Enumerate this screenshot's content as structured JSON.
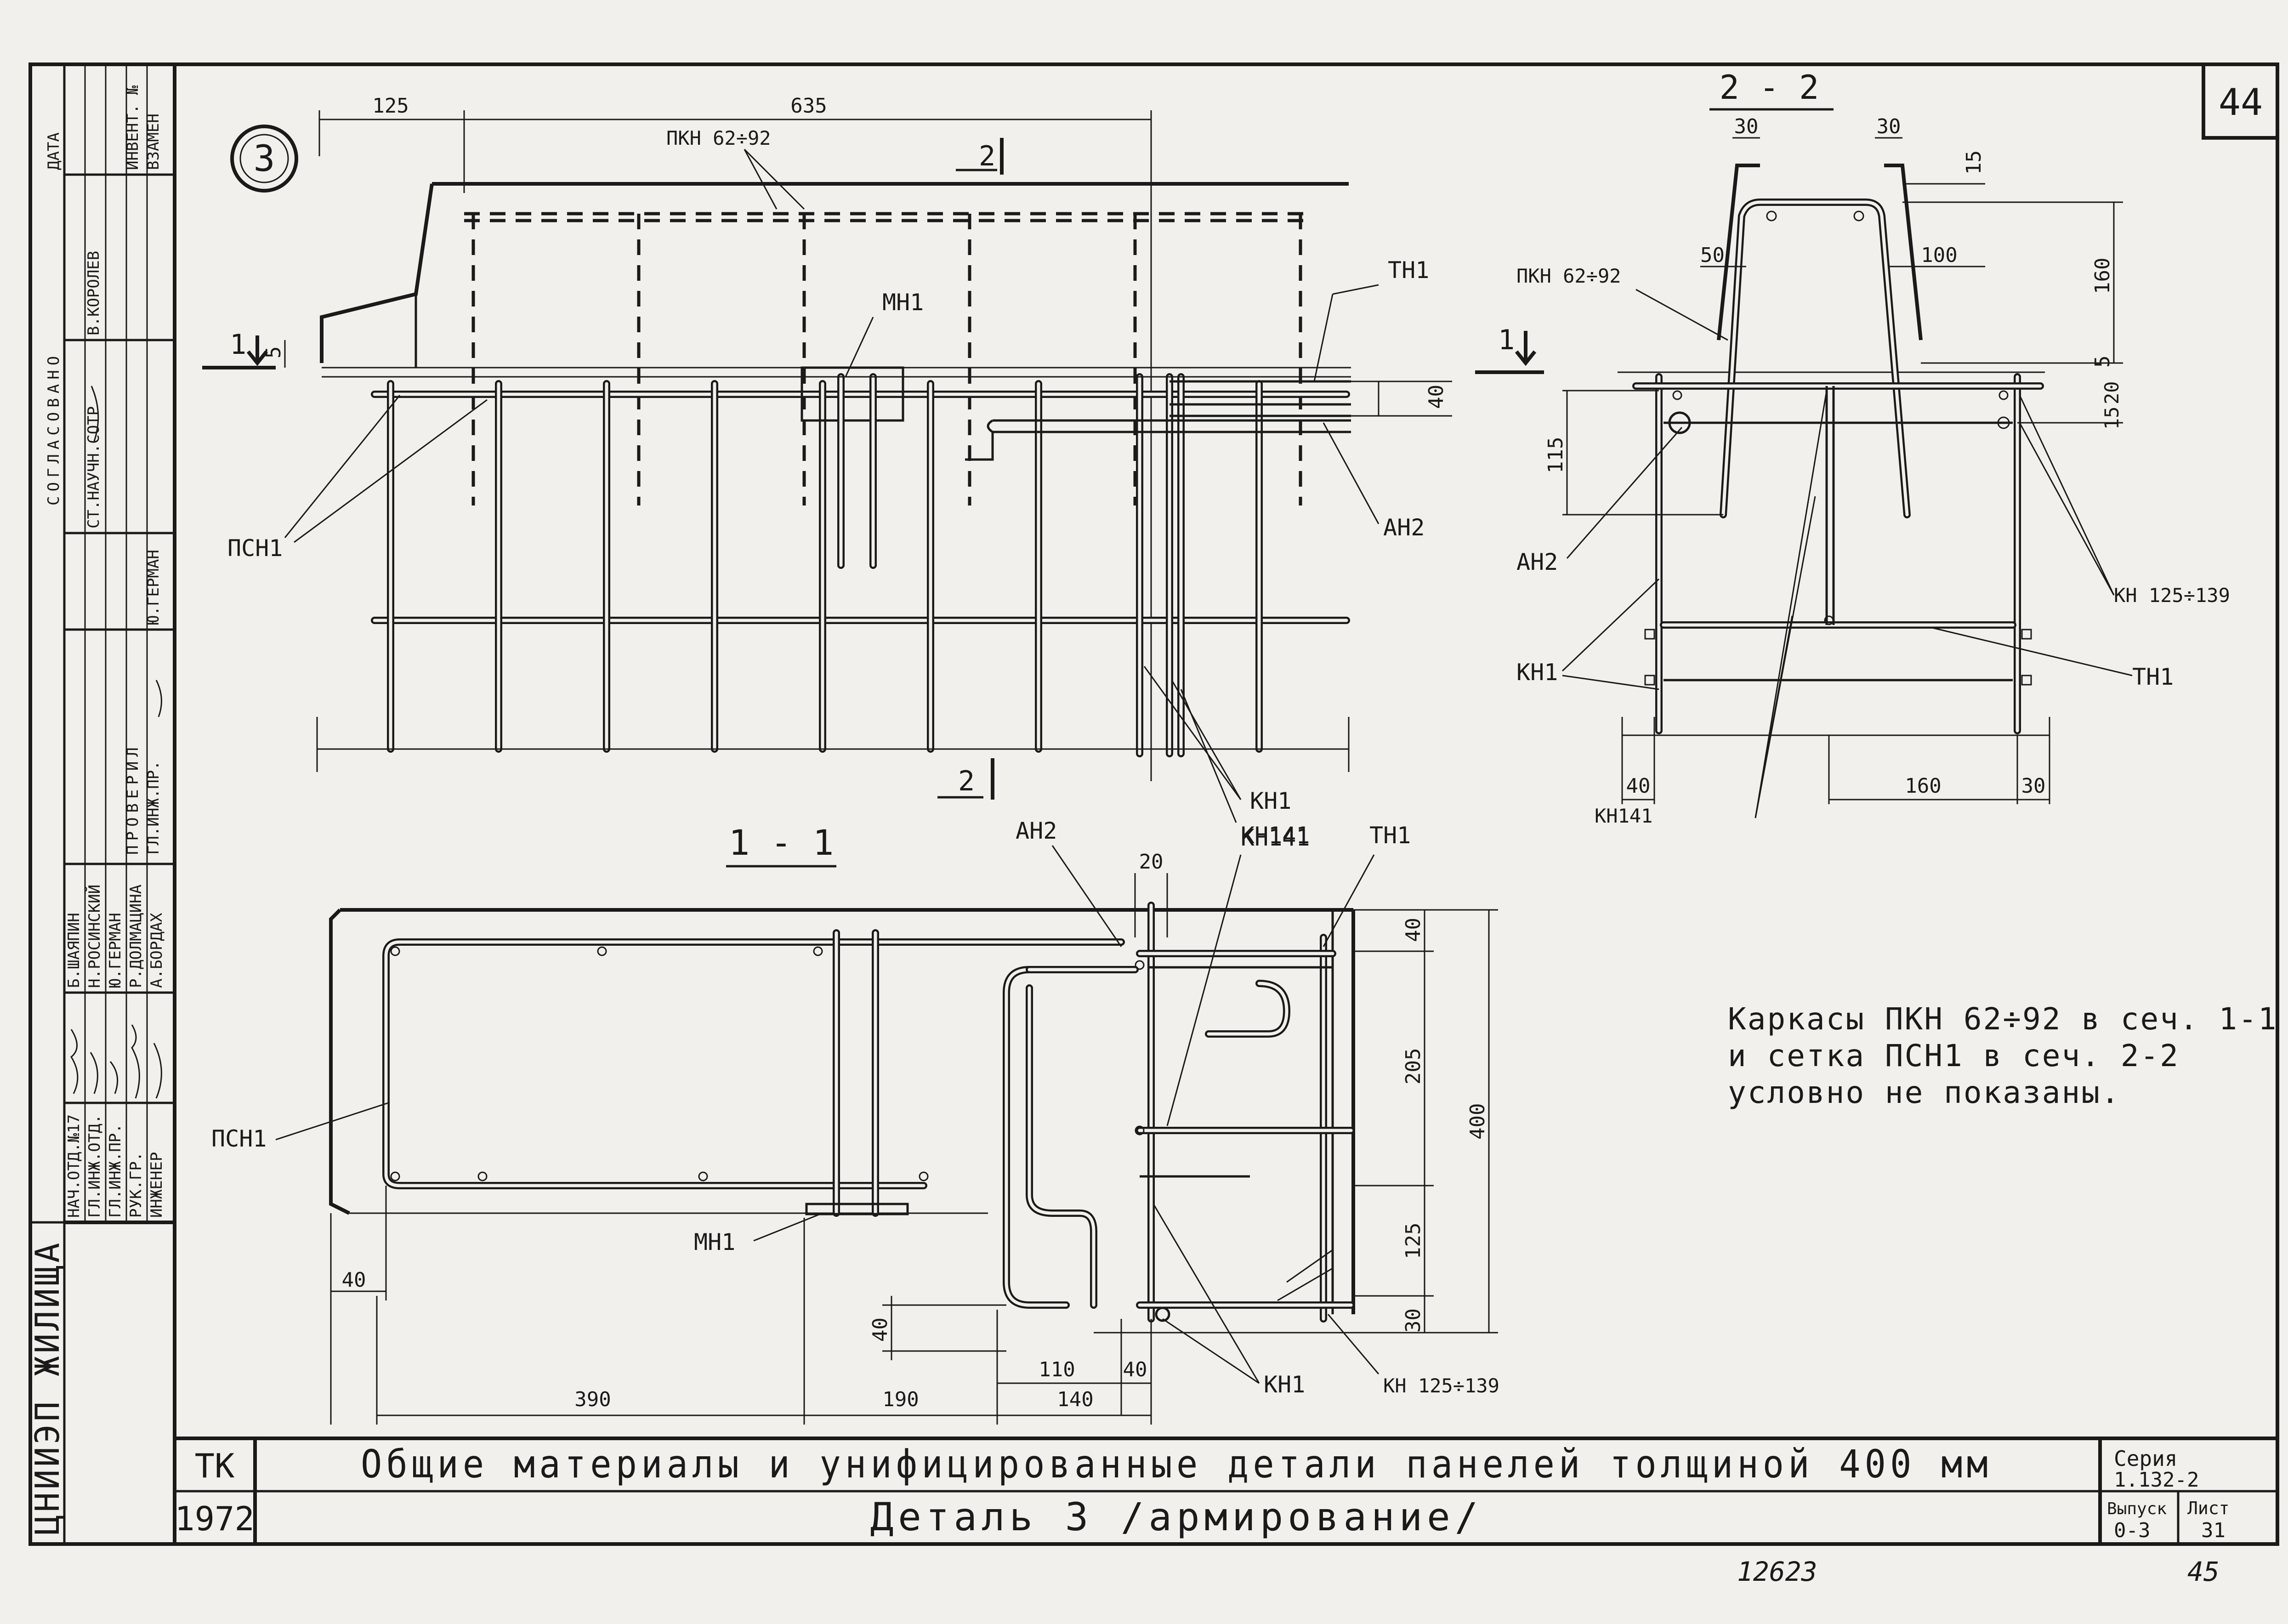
{
  "sheet_number": "44",
  "detail_marker": "3",
  "page_stamp_number": "45",
  "archive_number": "12623",
  "elevation": {
    "dim_left": "125",
    "dim_main": "635",
    "section_marker_2": "2",
    "section_marker_1": "1",
    "labels": {
      "pkn": "ПКН 62÷92",
      "mn1": "МН1",
      "tn1": "ТН1",
      "psn1": "ПСН1",
      "an2": "АН2",
      "kn1": "КН1",
      "kn141": "КН141"
    },
    "dims": {
      "d5": "5",
      "d40": "40"
    }
  },
  "section_1_1": {
    "title": "1 - 1",
    "labels": {
      "an2": "АН2",
      "kn141": "КН141",
      "tn1": "ТН1",
      "psn1": "ПСН1",
      "mn1": "МН1",
      "kn1": "КН1",
      "kn125": "КН 125÷139"
    },
    "dims": {
      "d20": "20",
      "d40_top": "40",
      "d205": "205",
      "d400": "400",
      "d125": "125",
      "d30": "30",
      "d40_left": "40",
      "d40_low": "40",
      "d390": "390",
      "d190": "190",
      "d110": "110",
      "d40_b": "40",
      "d140": "140"
    }
  },
  "section_2_2": {
    "title": "2 - 2",
    "labels": {
      "pkn": "ПКН 62÷92",
      "an2": "АН2",
      "kn1": "КН1",
      "kn125": "КН 125÷139",
      "tn1": "ТН1",
      "kn141": "КН141"
    },
    "dims": {
      "d30a": "30",
      "d30b": "30",
      "d15": "15",
      "d50": "50",
      "d100": "100",
      "d160v": "160",
      "d5": "5",
      "d115": "115",
      "d20": "20",
      "d15b": "15",
      "d40": "40",
      "d160": "160",
      "d30c": "30"
    },
    "section_marker_1": "1"
  },
  "note": {
    "line1": "Каркасы ПКН 62÷92 в сеч. 1-1",
    "line2": "и сетка ПСН1 в сеч. 2-2",
    "line3": "условно не показаны."
  },
  "title_block": {
    "code": "ТК",
    "year": "1972",
    "title_line1": "Общие материалы и унифицированные детали панелей толщиной 400 мм",
    "title_line2": "Деталь 3 /армирование/",
    "series_label": "Серия",
    "series_value": "1.132-2",
    "issue_label": "Выпуск",
    "issue_value": "0-3",
    "sheet_label": "Лист",
    "sheet_value": "31"
  },
  "side_stamp": {
    "org": "ЦНИИЭП ЖИЛИЩА",
    "agreed_header": "СОГЛАСОВАНО",
    "date_label": "ДАТА",
    "inv_label": "ИНВЕНТ. №",
    "replace_label": "ВЗАМЕН",
    "agreed_role": "СТ.НАУЧН.СОТР",
    "agreed_name": "В.КОРОЛЕВ",
    "checked_header": "ПРОВЕРИЛ",
    "checked_role": "ГЛ.ИНЖ.ПР.",
    "checked_name": "Ю.ГЕРМАН",
    "roles": [
      "НАЧ.ОТД.№17",
      "ГЛ.ИНЖ.ОТД.",
      "ГЛ.ИНЖ.ПР.",
      "РУК.ГР.",
      "ИНЖЕНЕР"
    ],
    "names": [
      "Б.ШАЯПИН",
      "Н.РОСИНСКИЙ",
      "Ю.ГЕРМАН",
      "Р.ДОЛМАЦИНА",
      "А.БОРДАХ"
    ]
  }
}
